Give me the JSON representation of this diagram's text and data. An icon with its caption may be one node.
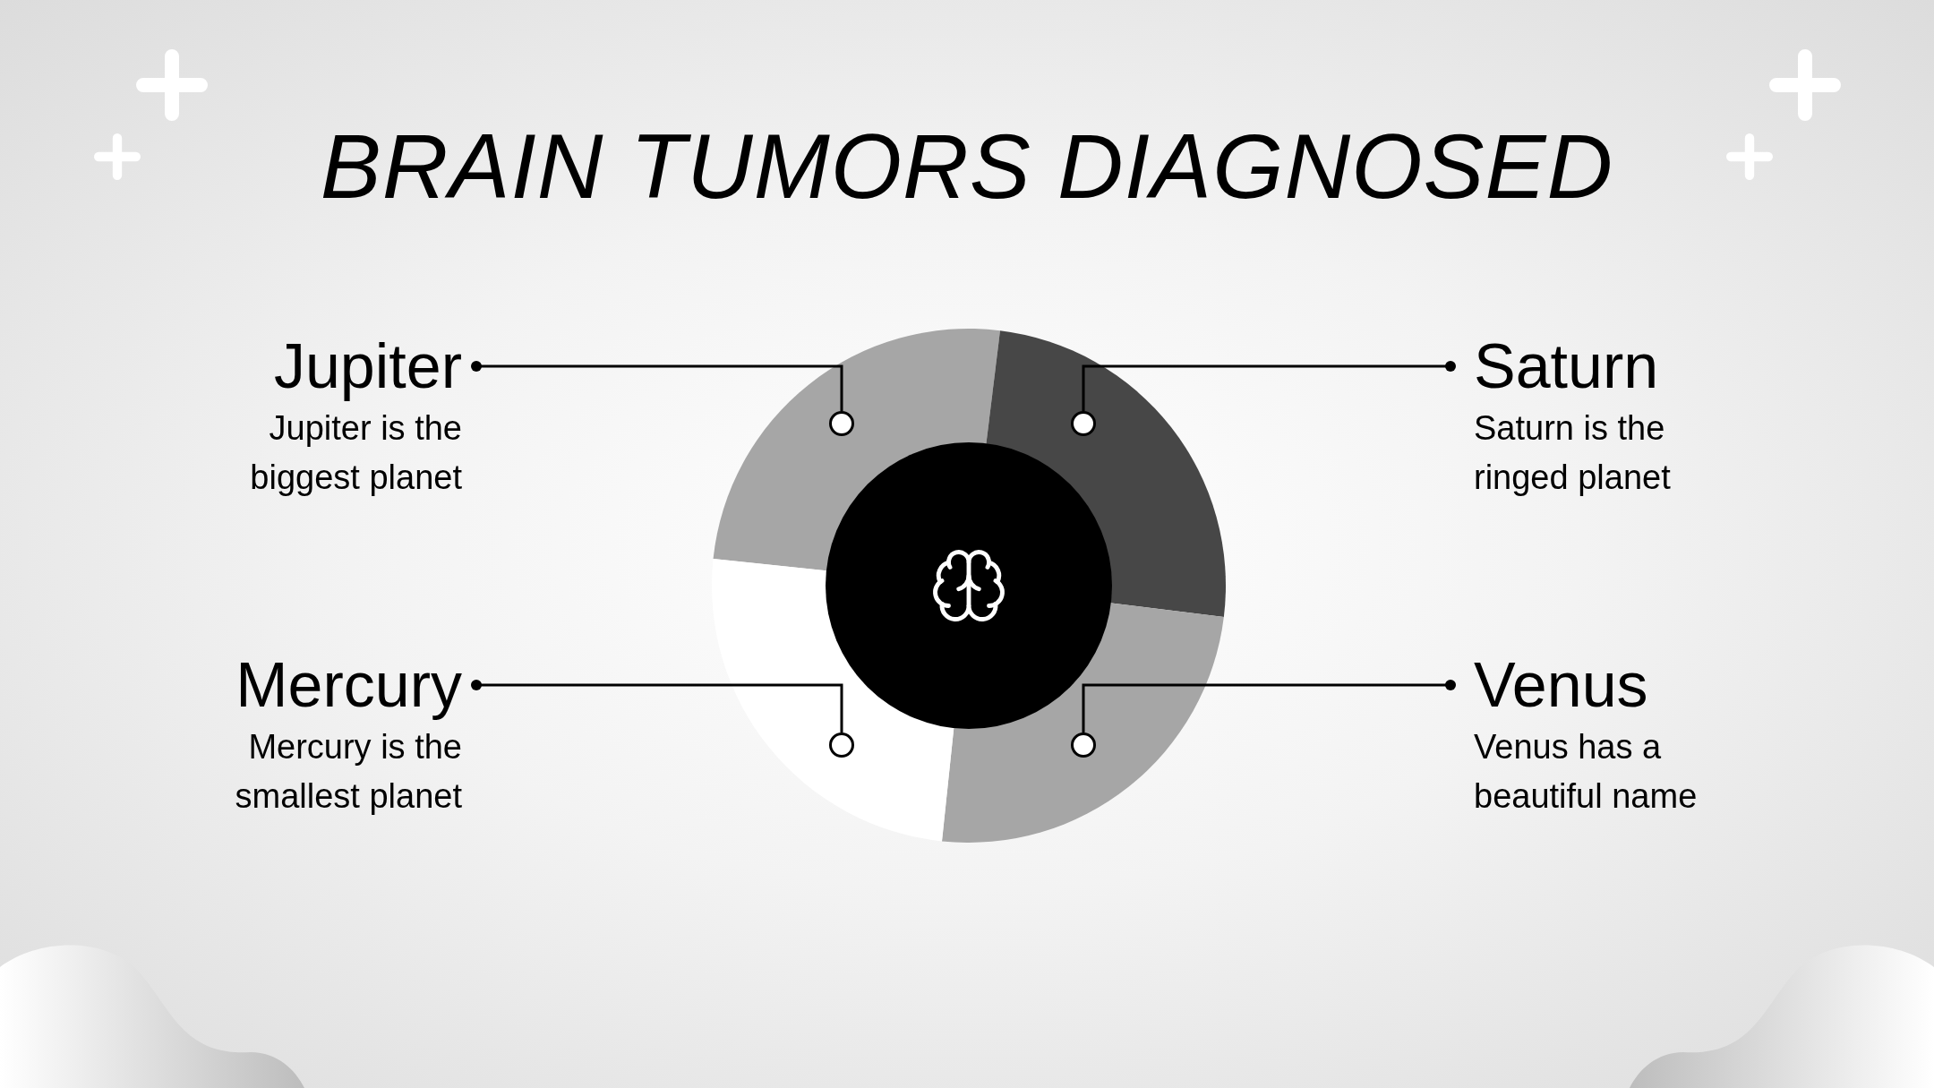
{
  "diagram": {
    "title": "BRAIN TUMORS DIAGNOSED",
    "nodes": [
      {
        "text": [
          "Jupiter",
          "Jupiter is the biggest planet"
        ]
      },
      {
        "text": [
          "Saturn",
          "Saturn is the ringed planet"
        ]
      },
      {
        "text": [
          "Mercury",
          "Mercury is the smallest planet"
        ]
      },
      {
        "text": [
          "Venus",
          "Venus has a beautiful name"
        ]
      },
      {
        "text": [],
        "shape": "circle"
      },
      {
        "text": [],
        "shape": "circle"
      },
      {
        "text": [],
        "shape": "circle"
      },
      {
        "text": [],
        "shape": "circle"
      }
    ],
    "edges": [
      {
        "from": 0,
        "to": 4,
        "arrow": "other"
      },
      {
        "from": 1,
        "to": 5,
        "arrow": "other"
      },
      {
        "from": 2,
        "to": 6,
        "arrow": "other"
      },
      {
        "from": 3,
        "to": 7,
        "arrow": "other"
      }
    ]
  }
}
